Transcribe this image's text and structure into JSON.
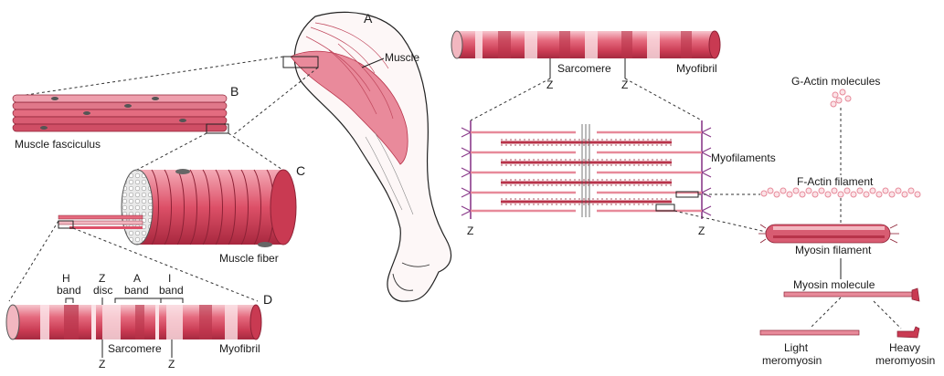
{
  "panel_letters": {
    "a": "A",
    "b": "B",
    "c": "C",
    "d": "D"
  },
  "labels": {
    "muscle": "Muscle",
    "muscle_fasciculus": "Muscle fasciculus",
    "muscle_fiber": "Muscle fiber",
    "myofibril": "Myofibril",
    "sarcomere": "Sarcomere",
    "z": "Z",
    "h_band_line1": "H",
    "h_band_line2": "band",
    "z_disc_line1": "Z",
    "z_disc_line2": "disc",
    "a_band_line1": "A",
    "a_band_line2": "band",
    "i_band_line1": "I",
    "i_band_line2": "band",
    "myofilaments": "Myofilaments",
    "g_actin": "G-Actin molecules",
    "f_actin": "F-Actin filament",
    "myosin_filament": "Myosin filament",
    "myosin_molecule": "Myosin molecule",
    "light_meromyosin_line1": "Light",
    "light_meromyosin_line2": "meromyosin",
    "heavy_meromyosin_line1": "Heavy",
    "heavy_meromyosin_line2": "meromyosin"
  },
  "colors": {
    "muscle_red": "#d9485f",
    "muscle_light": "#f2b7c0",
    "muscle_pale": "#fbe3e7",
    "fiber_dark": "#b8334a",
    "myosin_purple": "#8a3a8a",
    "actin_pink": "#e78a9a"
  }
}
